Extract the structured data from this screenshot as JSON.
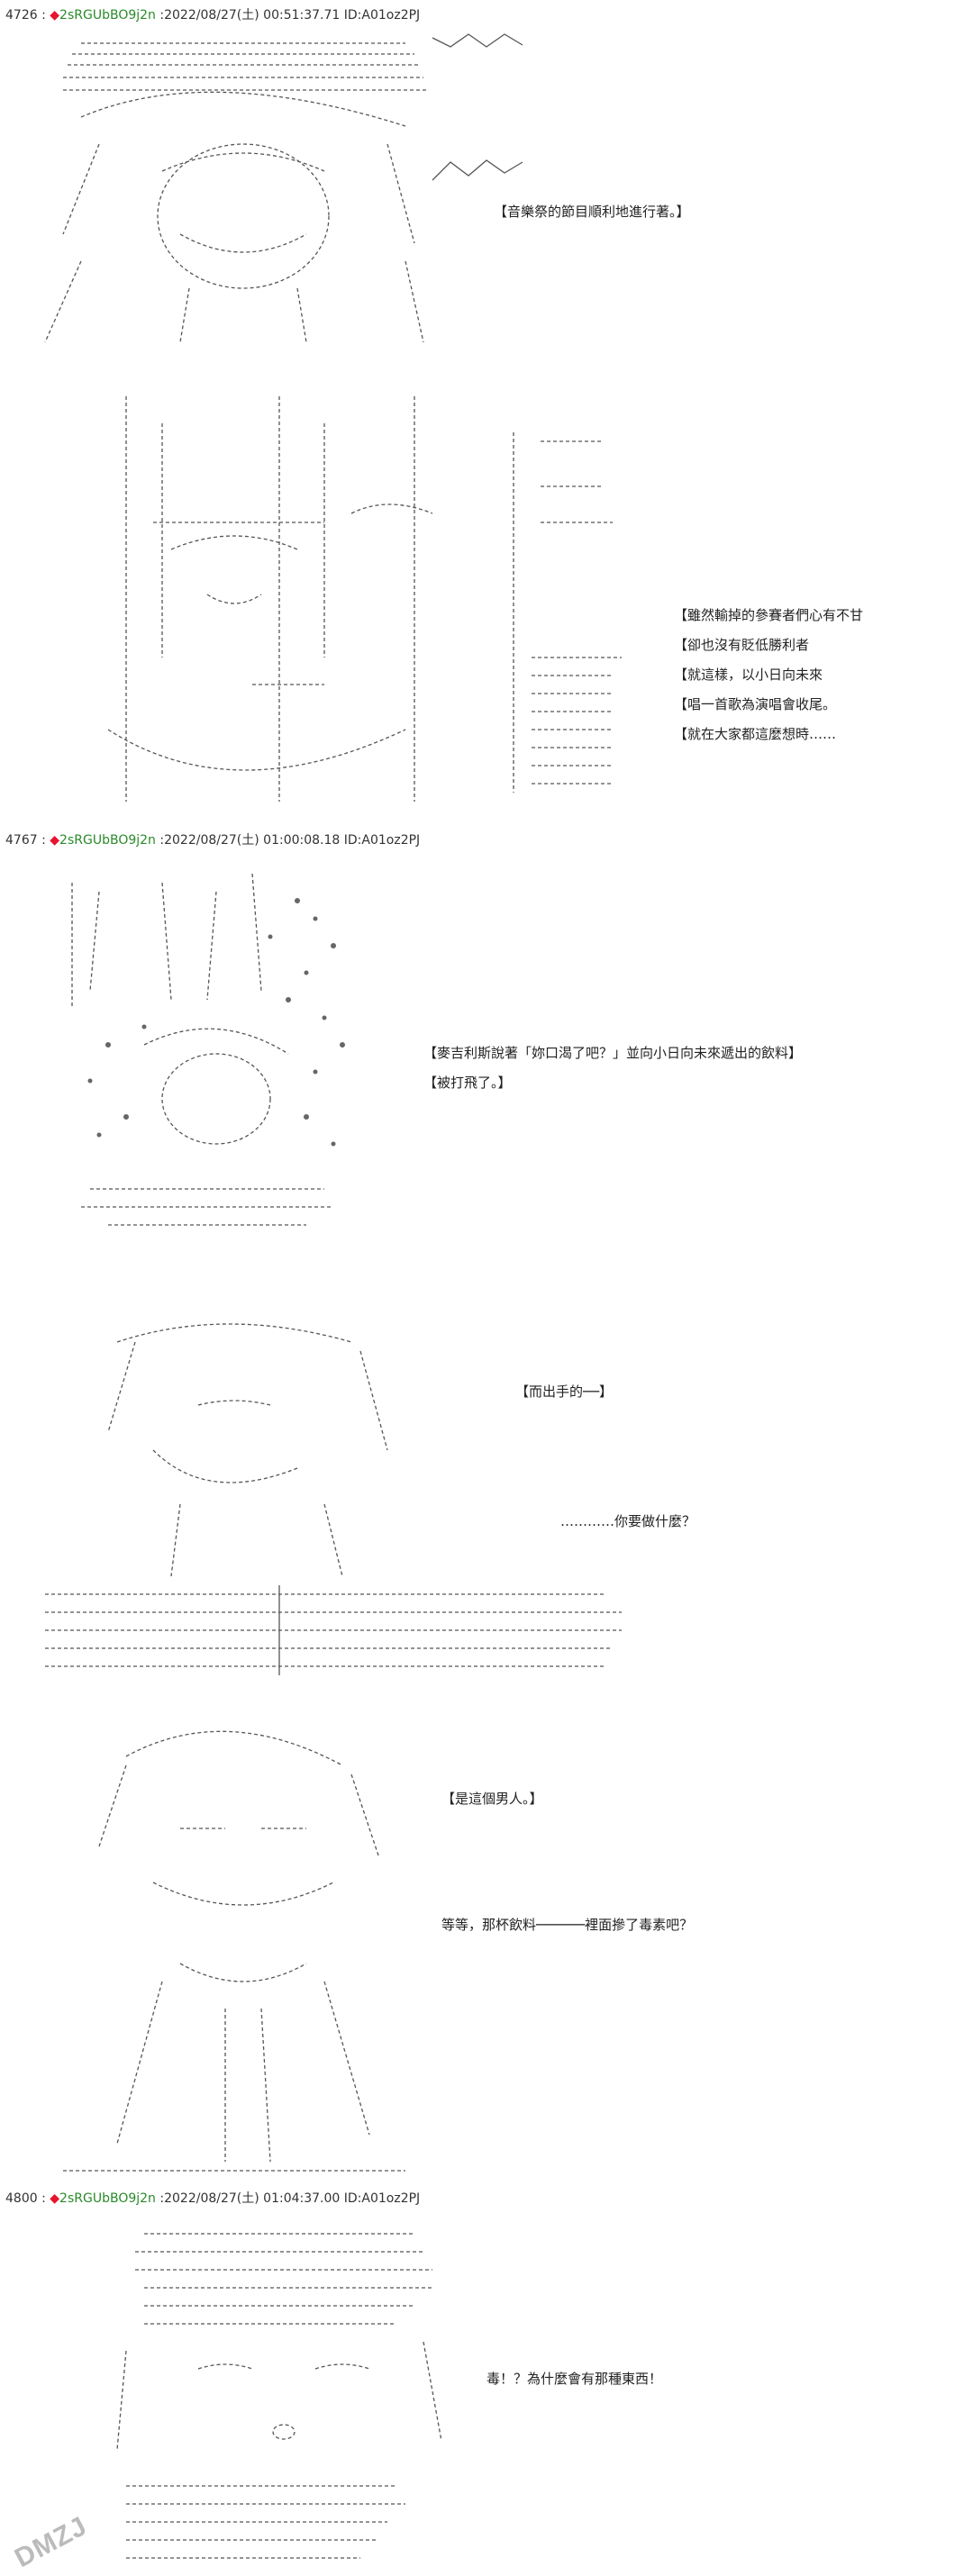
{
  "posts": [
    {
      "number": "4726",
      "diamond": "◆",
      "trip": "2sRGUbBO9j2n",
      "datetime": ":2022/08/27(土) 00:51:37.71",
      "id": "ID:A01oz2PJ",
      "dialogue": [
        "【音樂祭的節目順利地進行著。】"
      ]
    },
    {
      "dialogue": [
        "【雖然輸掉的參賽者們心有不甘",
        "【卻也沒有貶低勝利者",
        "【就這樣，以小日向未來",
        "【唱一首歌為演唱會收尾。",
        "【就在大家都這麼想時……"
      ]
    },
    {
      "number": "4767",
      "diamond": "◆",
      "trip": "2sRGUbBO9j2n",
      "datetime": ":2022/08/27(土) 01:00:08.18",
      "id": "ID:A01oz2PJ",
      "dialogue": [
        "【麥吉利斯說著「妳口渴了吧？」並向小日向未來遞出的飲料】",
        "【被打飛了。】"
      ]
    },
    {
      "dialogue": [
        "【而出手的──】",
        "…………你要做什麼？"
      ]
    },
    {
      "dialogue": [
        "【是這個男人。】",
        "等等，那杯飲料──────裡面摻了毒素吧？"
      ]
    },
    {
      "number": "4800",
      "diamond": "◆",
      "trip": "2sRGUbBO9j2n",
      "datetime": ":2022/08/27(土) 01:04:37.00",
      "id": "ID:A01oz2PJ",
      "dialogue": [
        "毒！？為什麼會有那種東西！"
      ]
    }
  ],
  "watermark": "DMZJ",
  "colors": {
    "diamond": "#e8142e",
    "trip": "#2a8a2a",
    "text": "#222222"
  }
}
